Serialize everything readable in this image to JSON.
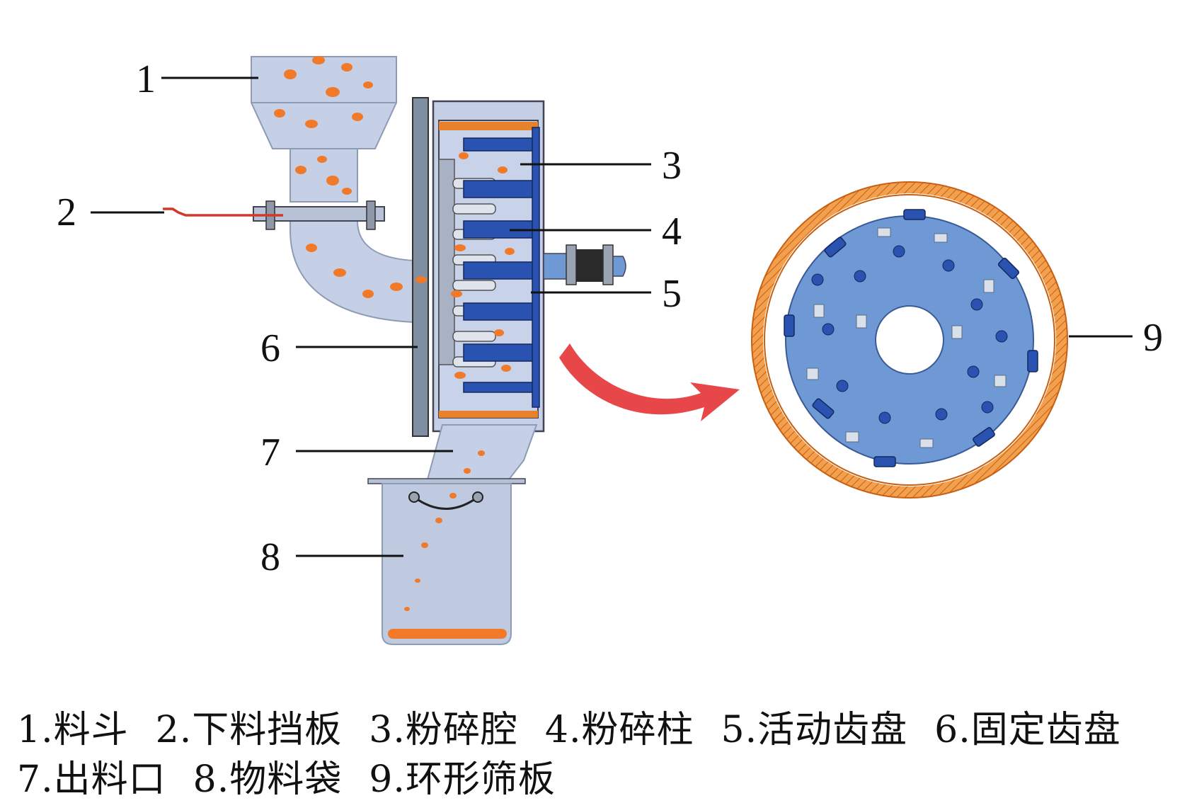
{
  "callouts": [
    "1",
    "2",
    "3",
    "4",
    "5",
    "6",
    "7",
    "8",
    "9"
  ],
  "legend": {
    "line1": [
      "1.料斗",
      "2.下料挡板",
      "3.粉碎腔",
      "4.粉碎柱",
      "5.活动齿盘",
      "6.固定齿盘"
    ],
    "line2": [
      "7.出料口",
      "8.物料袋",
      "9.环形筛板"
    ]
  },
  "colors": {
    "hopper": "#c5d0e6",
    "material": "#f07a2a",
    "column": "#2a52b0",
    "plate": "#7f8ea0",
    "disc": "#6f99d4",
    "screen_ring": "#e8822a",
    "arrow": "#e8474a",
    "control": "#d13a2a"
  }
}
